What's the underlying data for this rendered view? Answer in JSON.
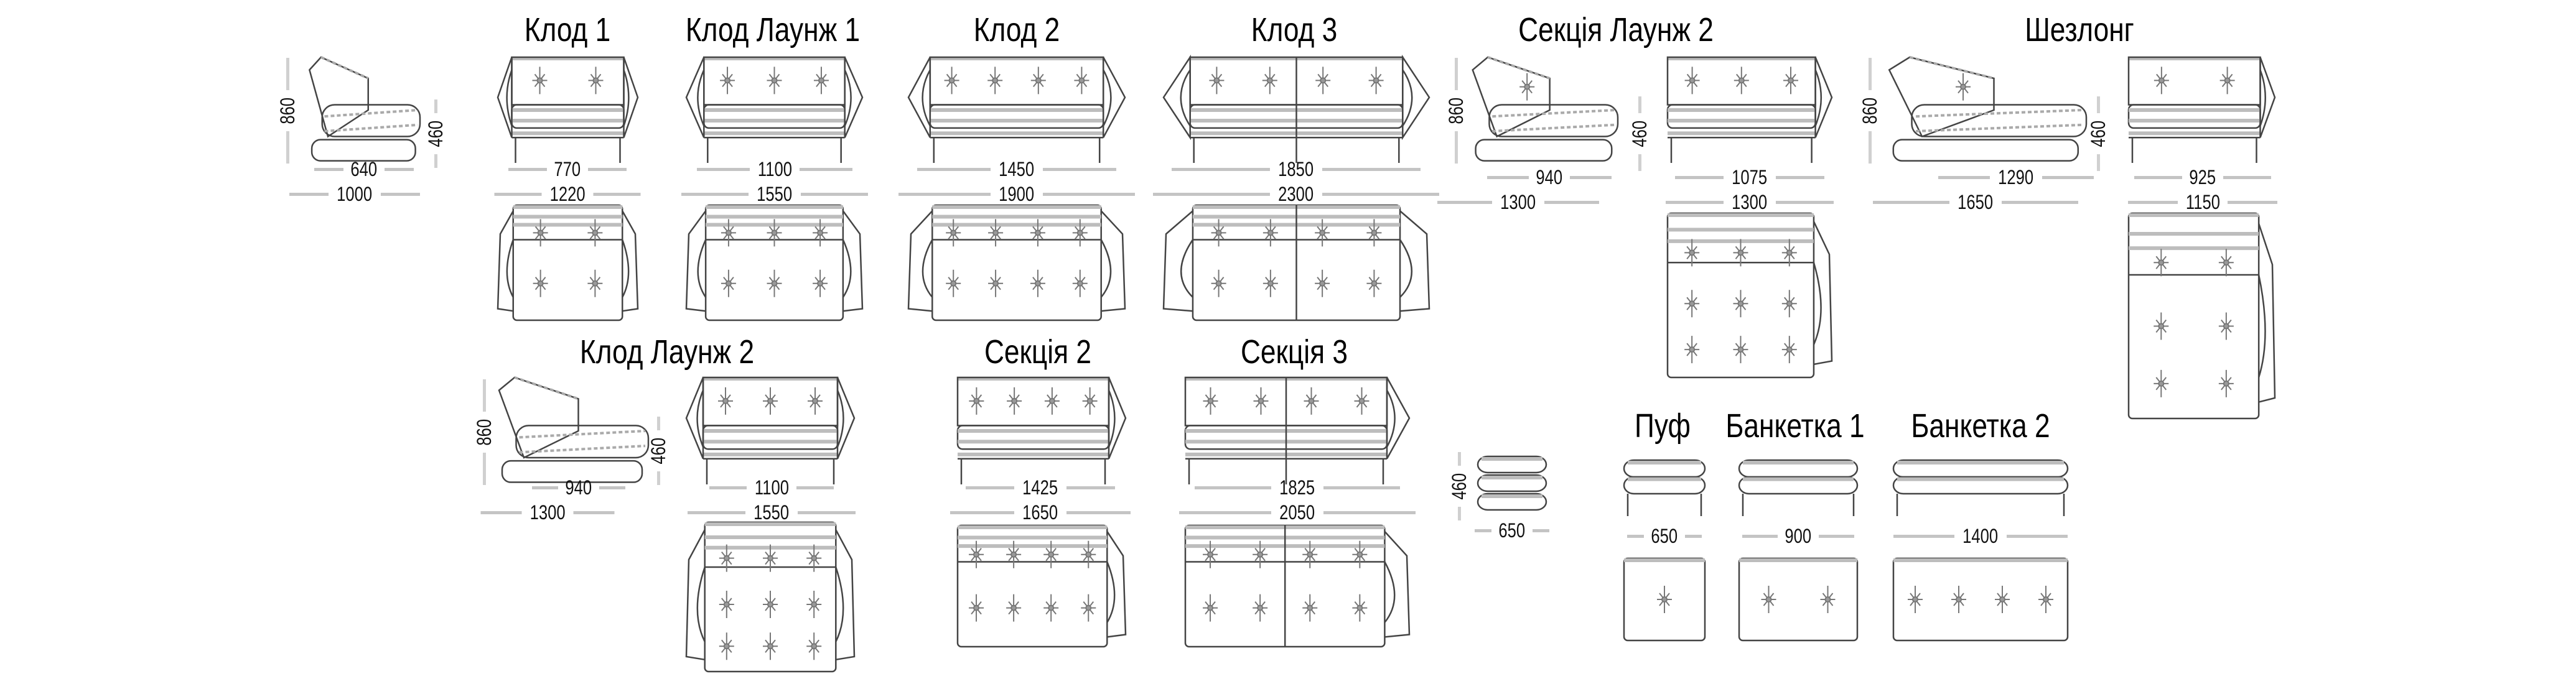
{
  "side_chair": {
    "height": "860",
    "seat_height": "460",
    "seat_depth": "640",
    "depth": "1000"
  },
  "modules": [
    {
      "title": "Клод 1",
      "width_inner": "770",
      "width": "1220"
    },
    {
      "title": "Клод Лаунж 1",
      "width_inner": "1100",
      "width": "1550"
    },
    {
      "title": "Клод 2",
      "width_inner": "1450",
      "width": "1900"
    },
    {
      "title": "Клод 3",
      "width_inner": "1850",
      "width": "2300"
    },
    {
      "title": "Секція Лаунж 2",
      "height": "860",
      "seat_height": "460",
      "seat_depth": "940",
      "depth": "1300",
      "width_inner": "1075",
      "width": "1300"
    },
    {
      "title": "Шезлонг",
      "height": "860",
      "seat_height": "460",
      "seat_depth": "1290",
      "depth": "1650",
      "width_inner": "925",
      "width": "1150"
    },
    {
      "title": "Клод Лаунж 2",
      "height": "860",
      "seat_height": "460",
      "seat_depth": "940",
      "depth": "1300",
      "width_inner": "1100",
      "width": "1550"
    },
    {
      "title": "Секція 2",
      "width_inner": "1425",
      "width": "1650"
    },
    {
      "title": "Секція 3",
      "width_inner": "1825",
      "width": "2050"
    }
  ],
  "pouf_side": {
    "height": "460",
    "depth": "650"
  },
  "poufs": [
    {
      "title": "Пуф",
      "width": "650"
    },
    {
      "title": "Банкетка 1",
      "width": "900"
    },
    {
      "title": "Банкетка 2",
      "width": "1400"
    }
  ]
}
